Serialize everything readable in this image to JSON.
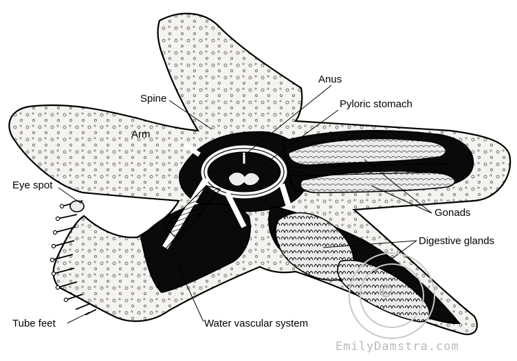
{
  "labels": {
    "anus": "Anus",
    "pyloric_stomach": "Pyloric stomach",
    "spine": "Spine",
    "arm": "Arm",
    "eye_spot": "Eye spot",
    "gonads": "Gonads",
    "digestive_glands": "Digestive glands",
    "tube_feet": "Tube feet",
    "water_vascular_system": "Water vascular system"
  },
  "watermark": {
    "text": "EmilyDamstra.com",
    "copyright_symbol": "©"
  },
  "colors": {
    "ink": "#000000",
    "body_fill": "#f4f3ef",
    "cavity": "#0a0a0a",
    "tissue": "#ececec",
    "watermark": "#b9b9b9"
  }
}
